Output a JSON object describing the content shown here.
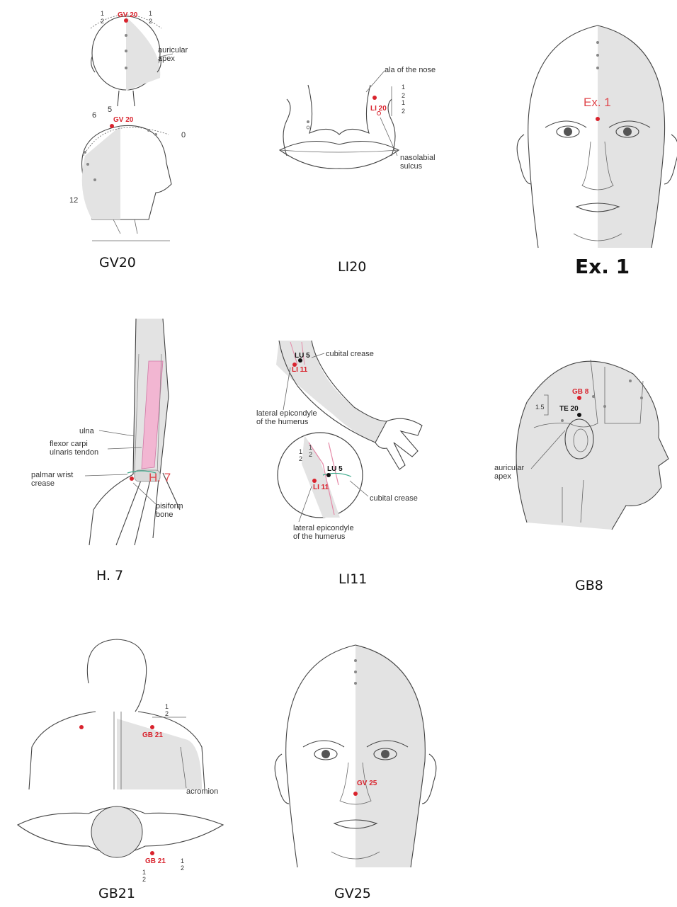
{
  "colors": {
    "acupoint": "#d9232d",
    "reference_point": "#111111",
    "guide_dot": "#888888",
    "shading": "#e3e3e3",
    "tendon": "#f2b6d2"
  },
  "panels": {
    "gv20": {
      "caption": "GV20",
      "labels": {
        "point_top": "GV 20",
        "point_side": "GV 20",
        "auricular_apex": "auricular\napex",
        "measure_6": "6",
        "measure_5": "5",
        "measure_0": "0",
        "measure_12": "12",
        "frac_1": "1",
        "frac_2": "2"
      }
    },
    "li20": {
      "caption": "LI20",
      "labels": {
        "point": "LI 20",
        "ala": "ala of the nose",
        "sulcus": "nasolabial\nsulcus",
        "frac_1": "1",
        "frac_2": "2"
      }
    },
    "ex1": {
      "caption": "Ex. 1",
      "labels": {
        "point": "Ex. 1"
      }
    },
    "h7": {
      "caption": "H. 7",
      "labels": {
        "point": "H. 7",
        "ulna": "ulna",
        "tendon": "flexor carpi\nulnaris tendon",
        "crease": "palmar wrist\ncrease",
        "pisiform": "pisiform\nbone"
      }
    },
    "li11": {
      "caption": "LI11",
      "labels": {
        "lu5": "LU 5",
        "li11": "LI 11",
        "lu5_zoom": "LU 5",
        "li11_zoom": "LI 11",
        "cubital_top": "cubital crease",
        "cubital_zoom": "cubital crease",
        "epicondyle_top": "lateral epicondyle\nof the humerus",
        "epicondyle_zoom": "lateral epicondyle\nof the humerus",
        "frac_1": "1",
        "frac_2": "2"
      }
    },
    "gb8": {
      "caption": "GB8",
      "labels": {
        "gb8": "GB 8",
        "te20": "TE 20",
        "measure": "1.5",
        "auricular_apex": "auricular\napex"
      }
    },
    "gb21": {
      "caption": "GB21",
      "labels": {
        "point_back": "GB 21",
        "point_top": "GB 21",
        "acromion": "acromion",
        "frac_1": "1",
        "frac_2": "2"
      }
    },
    "gv25": {
      "caption": "GV25",
      "labels": {
        "point": "GV 25"
      }
    }
  }
}
